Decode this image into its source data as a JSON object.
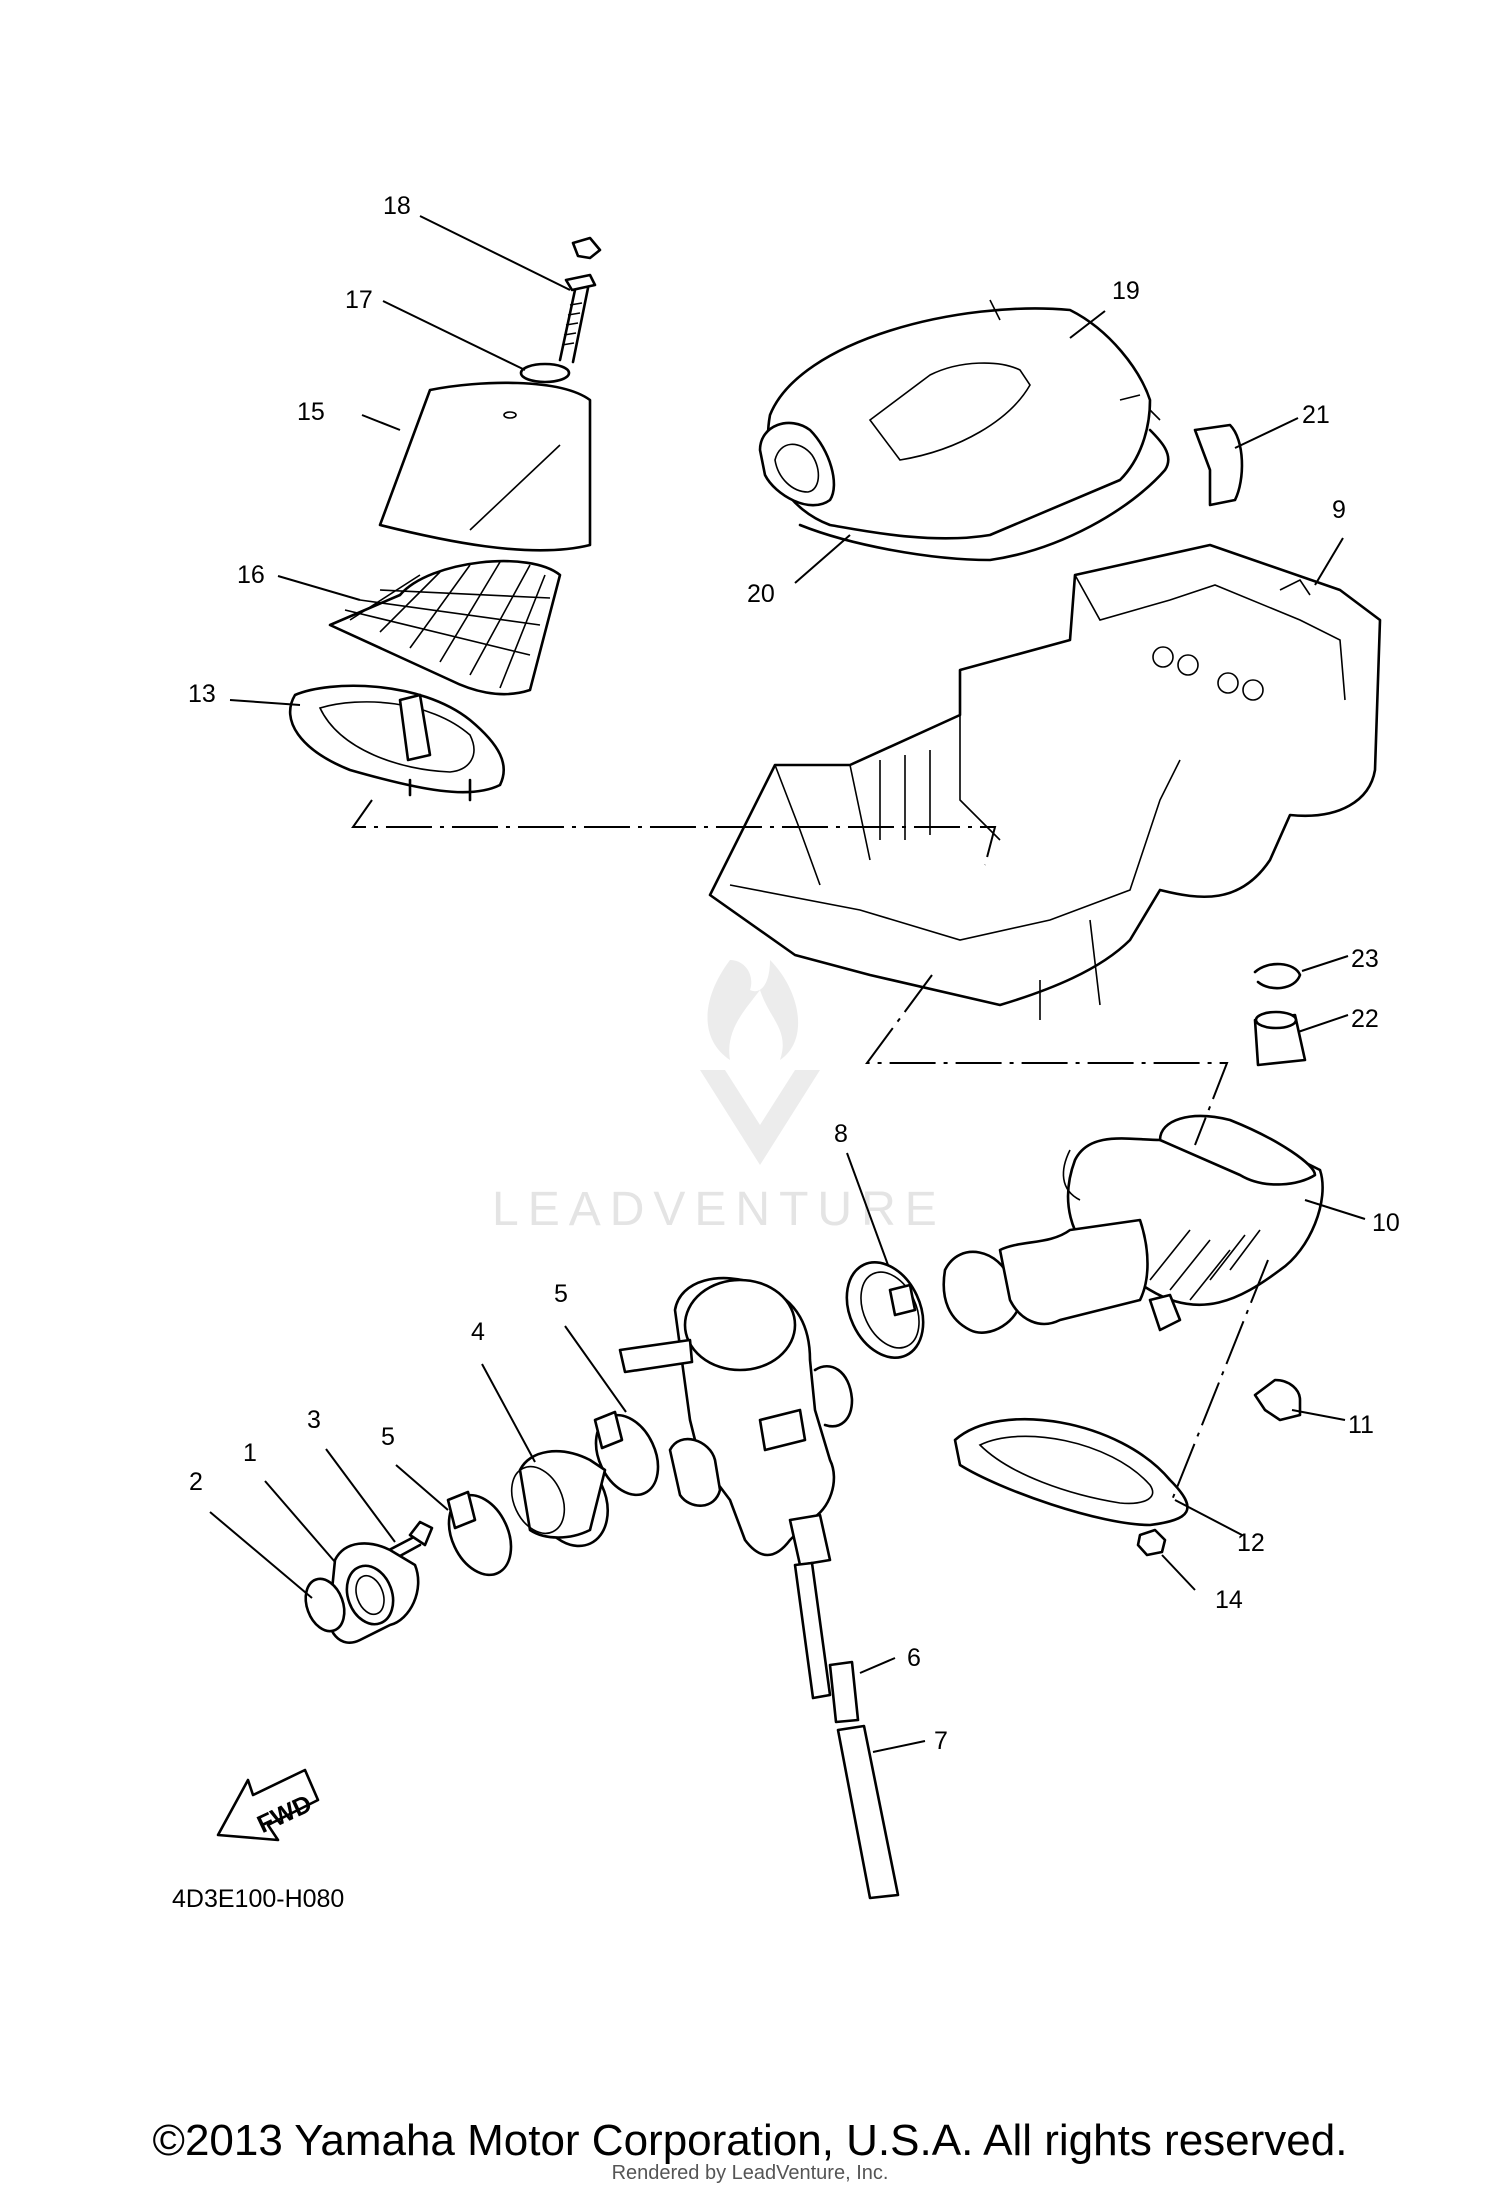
{
  "diagram_code": "4D3E100-H080",
  "fwd_label": "FWD",
  "watermark_text": "LEADVENTURE",
  "copyright": "©2013 Yamaha Motor Corporation, U.S.A. All rights reserved.",
  "rendered_by": "Rendered by LeadVenture, Inc.",
  "callouts": [
    {
      "id": "c1",
      "text": "1"
    },
    {
      "id": "c2",
      "text": "2"
    },
    {
      "id": "c3",
      "text": "3"
    },
    {
      "id": "c4",
      "text": "4"
    },
    {
      "id": "c5a",
      "text": "5"
    },
    {
      "id": "c5b",
      "text": "5"
    },
    {
      "id": "c6",
      "text": "6"
    },
    {
      "id": "c7",
      "text": "7"
    },
    {
      "id": "c8",
      "text": "8"
    },
    {
      "id": "c9",
      "text": "9"
    },
    {
      "id": "c10",
      "text": "10"
    },
    {
      "id": "c11",
      "text": "11"
    },
    {
      "id": "c12",
      "text": "12"
    },
    {
      "id": "c13",
      "text": "13"
    },
    {
      "id": "c14",
      "text": "14"
    },
    {
      "id": "c15",
      "text": "15"
    },
    {
      "id": "c16",
      "text": "16"
    },
    {
      "id": "c17",
      "text": "17"
    },
    {
      "id": "c18",
      "text": "18"
    },
    {
      "id": "c19",
      "text": "19"
    },
    {
      "id": "c20",
      "text": "20"
    },
    {
      "id": "c21",
      "text": "21"
    },
    {
      "id": "c22",
      "text": "22"
    },
    {
      "id": "c23",
      "text": "23"
    }
  ]
}
